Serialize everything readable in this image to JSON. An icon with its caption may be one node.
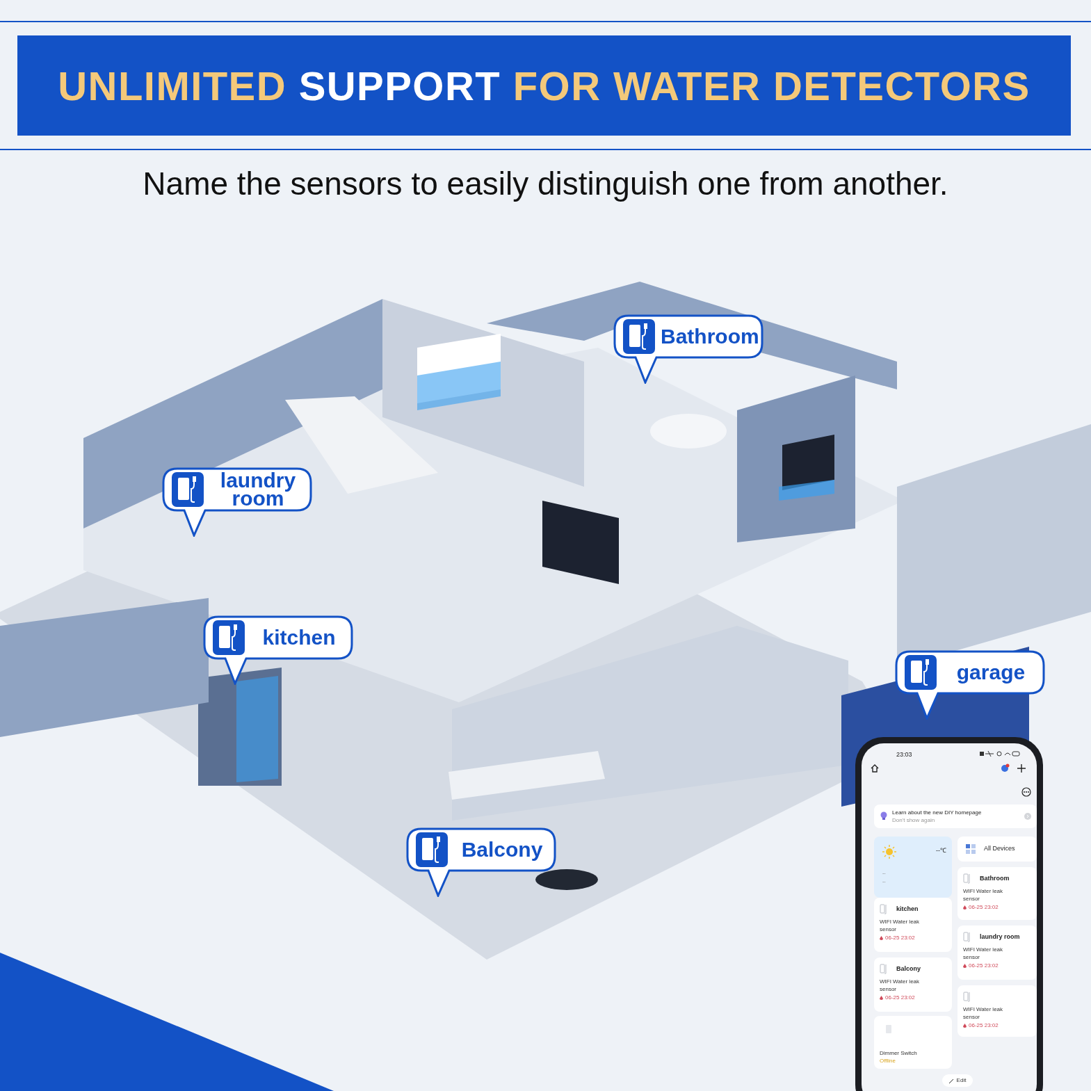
{
  "diagram": {
    "title": "UNLIMITED SUPPORT FOR WATER DETECTORS",
    "nodes": [
      {
        "text": [
          "Bathroom"
        ]
      },
      {
        "text": [
          "laundry room"
        ]
      },
      {
        "text": [
          "kitchen"
        ]
      },
      {
        "text": [
          "garage"
        ]
      },
      {
        "text": [
          "Balcony"
        ]
      },
      {
        "text": [
          "23:03"
        ]
      },
      {
        "text": [
          "Learn about the new DIY homepage",
          "Don't show again"
        ],
        "in": 5
      },
      {
        "text": [
          "--℃",
          "--",
          "--"
        ],
        "in": 5
      },
      {
        "text": [
          "All Devices"
        ],
        "in": 5
      },
      {
        "text": [
          "Bathroom",
          "WIFI Water leak sensor",
          "06-25 23:02"
        ],
        "in": 5
      },
      {
        "text": [
          "kitchen",
          "WIFI Water leak sensor",
          "06-25 23:02"
        ],
        "in": 5
      },
      {
        "text": [
          "laundry room",
          "WIFI Water leak sensor",
          "06-25 23:02"
        ],
        "in": 5
      },
      {
        "text": [
          "Balcony",
          "WIFI Water leak sensor",
          "06-25 23:02"
        ],
        "in": 5
      },
      {
        "text": [
          "WIFI Water leak sensor",
          "06-25 23:02"
        ],
        "in": 5
      },
      {
        "text": [
          "Dimmer Switch",
          "Offline"
        ],
        "in": 5
      },
      {
        "text": [
          "Edit"
        ],
        "in": 5
      }
    ],
    "labels": [
      "Name the sensors to easily distinguish one from another."
    ]
  }
}
